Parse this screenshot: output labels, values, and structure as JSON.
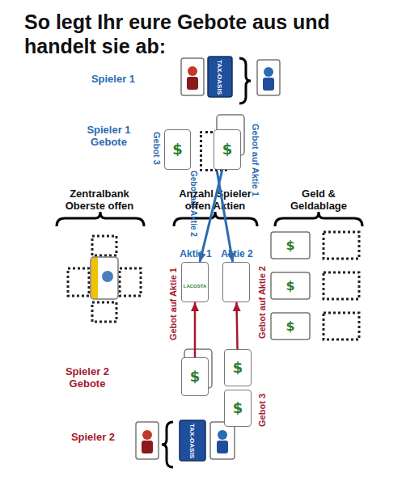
{
  "diagram": {
    "title": "So legt Ihr eure Gebote aus und handelt sie ab:",
    "nodes": [
      {
        "text": [
          "Gebot 3",
          "$"
        ]
      },
      {
        "text": [
          "Gebot auf Aktie 2"
        ]
      },
      {
        "text": [
          "Gebot auf Aktie 1",
          "$"
        ]
      },
      {
        "text": [
          "Aktie 1",
          "LACOSTA"
        ]
      },
      {
        "text": [
          "Aktie 2"
        ]
      },
      {
        "text": [
          "Gebot auf Aktie 1",
          "$"
        ]
      },
      {
        "text": [
          "Gebot auf Aktie 2",
          "$"
        ]
      },
      {
        "text": [
          "Gebot 3",
          "$"
        ]
      }
    ],
    "edges": [
      {
        "from": 2,
        "to": 3,
        "arrow": "to"
      },
      {
        "from": 1,
        "to": 4,
        "arrow": "to"
      },
      {
        "from": 5,
        "to": 3,
        "arrow": "to"
      },
      {
        "from": 6,
        "to": 4,
        "arrow": "to"
      }
    ],
    "labels": [
      "Spieler 1",
      "Spieler 1 Gebote",
      "Zentralbank Oberste offen",
      "Anzahl Spieler offen Aktien",
      "Geld & Geldablage",
      "$",
      "$",
      "$",
      "Spieler 2 Gebote",
      "Spieler 2",
      "TAX-OASIS",
      "TAX-OASIS"
    ]
  }
}
